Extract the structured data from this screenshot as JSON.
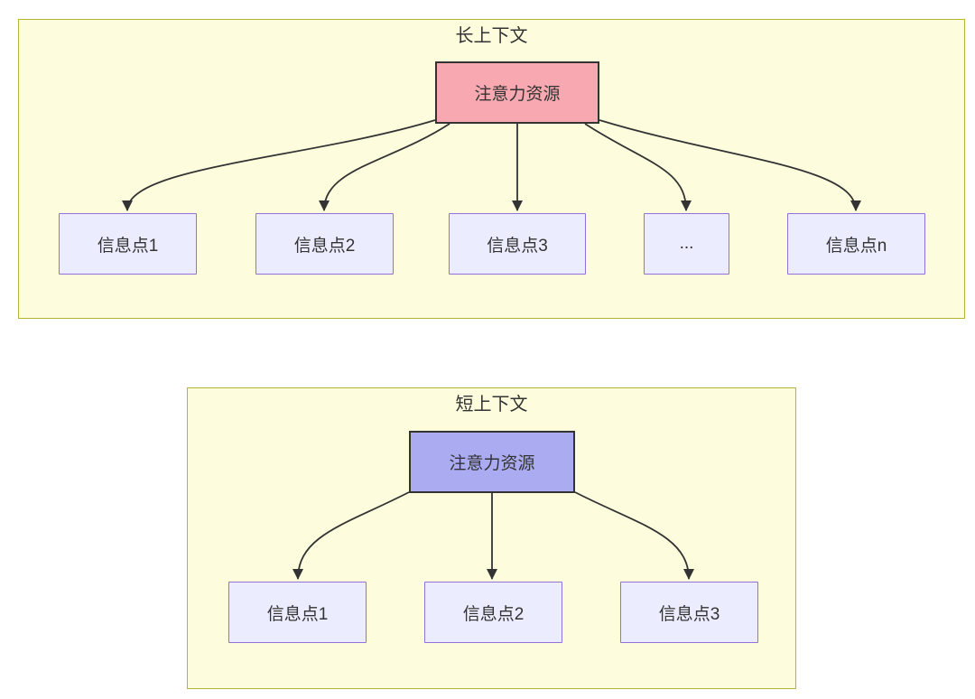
{
  "diagram": {
    "long_context": {
      "title": "长上下文",
      "attention_label": "注意力资源",
      "nodes": [
        "信息点1",
        "信息点2",
        "信息点3",
        "...",
        "信息点n"
      ]
    },
    "short_context": {
      "title": "短上下文",
      "attention_label": "注意力资源",
      "nodes": [
        "信息点1",
        "信息点2",
        "信息点3"
      ]
    },
    "colors": {
      "container_bg": "#fdfdde",
      "container_border": "#b5b533",
      "node_bg": "#ececff",
      "node_border": "#9370db",
      "attention_long_bg": "#f8a8b0",
      "attention_short_bg": "#ababf2",
      "attention_border": "#333333",
      "line": "#333333",
      "text": "#333333"
    }
  }
}
